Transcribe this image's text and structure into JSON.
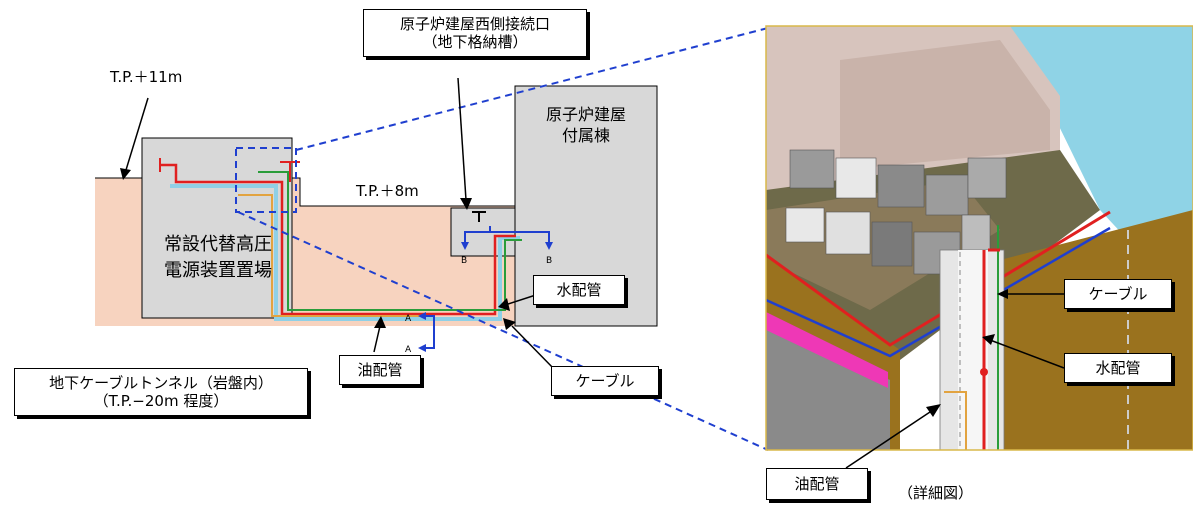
{
  "labels": {
    "west_connection": [
      "原子炉建屋西側接続口",
      "（地下格納槽）"
    ],
    "tp_11": "T.P.＋11m",
    "tp_8": "T.P.＋8m",
    "reactor_annex": [
      "原子炉建屋",
      "付属棟"
    ],
    "hv_power_site": [
      "常設代替高圧",
      "電源装置置場"
    ],
    "water_pipe": "水配管",
    "cable": "ケーブル",
    "oil_pipe": "油配管",
    "tunnel": [
      "地下ケーブルトンネル（岩盤内）",
      "（T.P.−20m 程度）"
    ],
    "marker_a": "A",
    "marker_b": "B",
    "detail_cable": "ケーブル",
    "detail_water_pipe": "水配管",
    "detail_oil_pipe": "油配管",
    "detail_caption": "（詳細図）"
  },
  "colors": {
    "soil": "#f7d3bf",
    "building": "#d8d8d8",
    "water": "#1f3fcf",
    "oil": "#e2a340",
    "cable_green": "#2a9d3a",
    "cable_red": "#e02020",
    "cable_light": "#8fd0e6",
    "dash_blue": "#1f3fcf",
    "concrete": "#d7c4bd",
    "brown_wall": "#8e6a1e",
    "magenta": "#ee38b6",
    "sea": "#8fd3e6",
    "frame": "#d9b84a"
  }
}
